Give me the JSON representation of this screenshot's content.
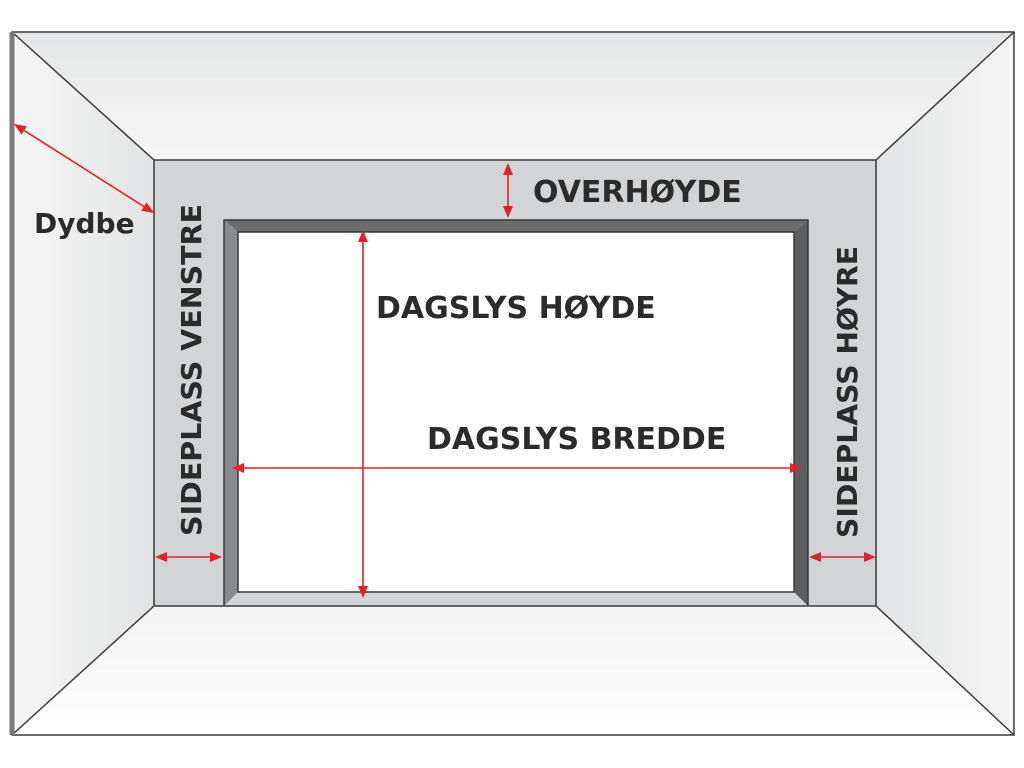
{
  "labels": {
    "depth": "Dydbe",
    "headroom": "OVERHØYDE",
    "height": "DAGSLYS HØYDE",
    "width": "DAGSLYS BREDDE",
    "side_left": "SIDEPLASS VENSTRE",
    "side_right": "SIDEPLASS HØYRE"
  },
  "colors": {
    "arrow": "#e32128",
    "frame": "#d2d4d6",
    "frame_shadow": "#6b6c6e",
    "opening": "#ffffff",
    "text": "#2b2b2b"
  }
}
